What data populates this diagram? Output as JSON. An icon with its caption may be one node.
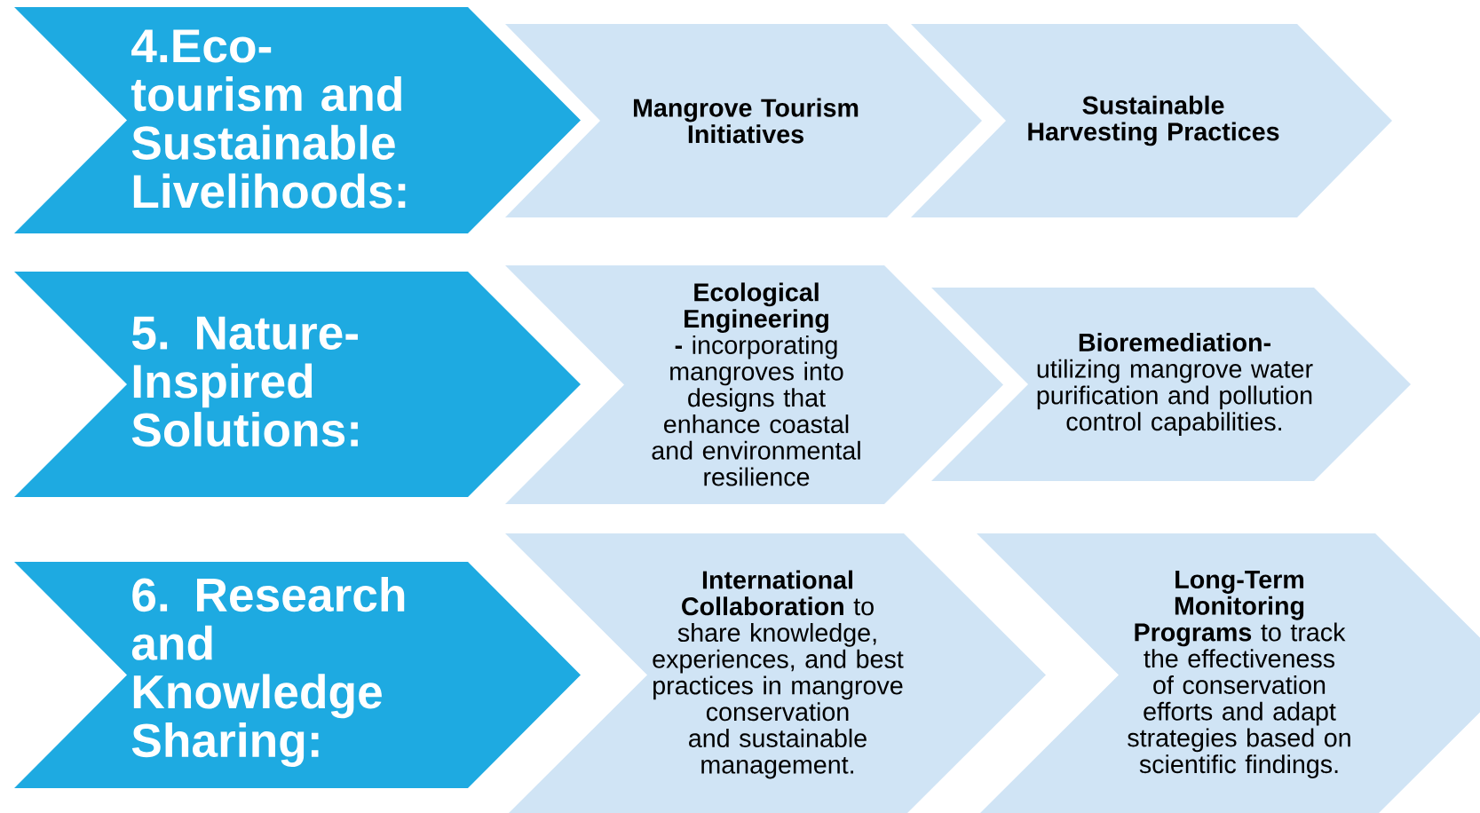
{
  "diagram": {
    "nodes": [
      {
        "text": [
          "4.Eco-tourism and Sustainable Livelihoods:"
        ]
      },
      {
        "text": [
          "Mangrove Tourism Initiatives"
        ]
      },
      {
        "text": [
          "Sustainable Harvesting Practices"
        ]
      },
      {
        "text": [
          "5. Nature-Inspired Solutions:"
        ]
      },
      {
        "text": [
          "**Ecological Engineering -** incorporating mangroves into designs that enhance coastal and environmental resilience"
        ]
      },
      {
        "text": [
          "**Bioremediation-** utilizing mangrove water purification and pollution control capabilities."
        ]
      },
      {
        "text": [
          "6. Research and Knowledge Sharing:"
        ]
      },
      {
        "text": [
          "**International Collaboration** to share knowledge, experiences, and best practices in mangrove conservation and sustainable management."
        ]
      },
      {
        "text": [
          "**Long-Term Monitoring Programs** to track the effectiveness of conservation efforts and adapt strategies based on scientific findings."
        ]
      }
    ]
  }
}
